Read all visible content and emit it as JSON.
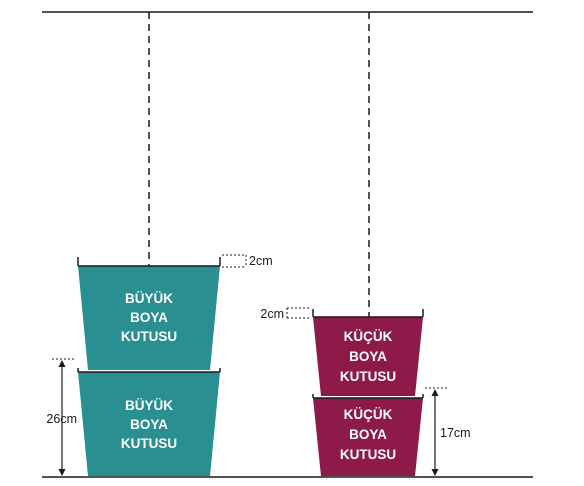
{
  "colors": {
    "large_bucket": "#2a8f91",
    "small_bucket": "#8e1a4a",
    "line": "#1a1a1a"
  },
  "large_stack": {
    "top_bucket": {
      "line1": "BÜYÜK",
      "line2": "BOYA",
      "line3": "KUTUSU"
    },
    "bottom_bucket": {
      "line1": "BÜYÜK",
      "line2": "BOYA",
      "line3": "KUTUSU"
    },
    "rim_label": "2cm",
    "height_label": "26cm"
  },
  "small_stack": {
    "top_bucket": {
      "line1": "KÜÇÜK",
      "line2": "BOYA",
      "line3": "KUTUSU"
    },
    "bottom_bucket": {
      "line1": "KÜÇÜK",
      "line2": "BOYA",
      "line3": "KUTUSU"
    },
    "rim_label": "2cm",
    "height_label": "17cm"
  }
}
